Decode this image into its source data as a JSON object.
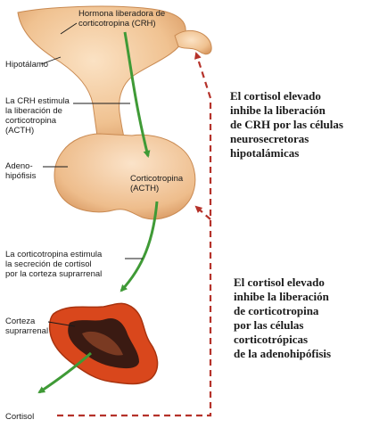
{
  "labels": {
    "crh_hormone": "Hormona liberadora de\ncorticotropina (CRH)",
    "hypothalamus": "Hipotálamo",
    "crh_stimulates": "La CRH estimula\nla liberación de\ncorticotropina\n(ACTH)",
    "adenohypophysis": "Adeno-\nhipófisis",
    "acth": "Corticotropina\n(ACTH)",
    "acth_stimulates": "La corticotropina estimula\nla secreción de cortisol\npor la corteza suprarrenal",
    "adrenal_cortex": "Corteza\nsuprarrenal",
    "cortisol": "Cortisol"
  },
  "notes": {
    "feedback_crh": "El cortisol elevado\ninhibe la liberación\nde CRH por las células\nneurosecretoras\nhipotalámicas",
    "feedback_acth": "El cortisol elevado\ninhibe la liberación\nde corticotropina\npor las células\ncorticotrópicas\nde la adenohipófisis"
  },
  "colors": {
    "tissue": "#f3c79b",
    "tissue_dark": "#d99a63",
    "stimulation_arrow": "#3f9a36",
    "feedback_line": "#b5322a",
    "adrenal_outer": "#d9471c",
    "adrenal_inner": "#3a1a12"
  }
}
